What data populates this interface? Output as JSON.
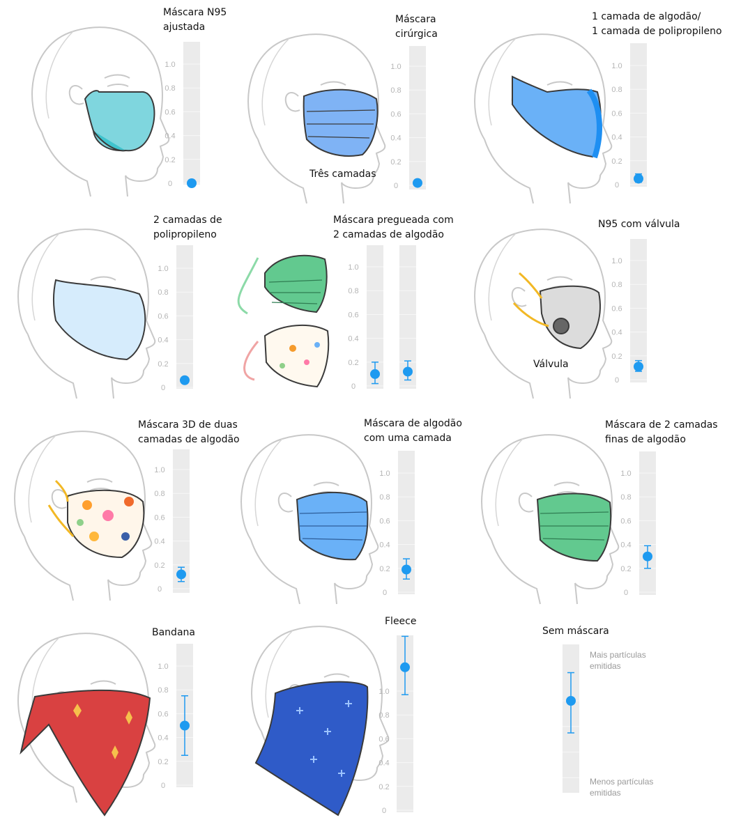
{
  "colors": {
    "marker": "#1e9af0",
    "track": "#ebebeb",
    "tick": "#b5b5b5",
    "sketch": "#c8c8c8"
  },
  "titles": {
    "n95": "Máscara N95\najustada",
    "surgical": "Máscara\ncirúrgica",
    "cotton_pp": "1 camada de algodão/\n1 camada de polipropileno",
    "pp2": "2 camadas de\npolipropileno",
    "pleated": "Máscara pregueada com\n2 camadas de algodão",
    "n95valve": "N95 com válvula",
    "cotton3d": "Máscara 3D de duas\ncamadas de algodão",
    "cotton1": "Máscara de algodão\ncom uma camada",
    "thin2": "Máscara de 2 camadas\nfinas de algodão",
    "bandana": "Bandana",
    "fleece": "Fleece",
    "nomask": "Sem máscara"
  },
  "callouts": {
    "three_layers": "Três camadas",
    "valve": "Válvula"
  },
  "notes": {
    "more": "Mais partículas\nemitidas",
    "less": "Menos partículas\nemitidas"
  },
  "chart_data": [
    {
      "type": "scatter",
      "title": "Máscara N95 ajustada",
      "ylim": [
        0,
        1.2
      ],
      "ticks": [
        "0",
        "0.2",
        "0.4",
        "0.6",
        "0.8",
        "1.0"
      ],
      "y": [
        0.0
      ],
      "err_low": [
        0.0
      ],
      "err_high": [
        0.0
      ]
    },
    {
      "type": "scatter",
      "title": "Máscara cirúrgica",
      "ylim": [
        0,
        1.2
      ],
      "ticks": [
        "0",
        "0.2",
        "0.4",
        "0.6",
        "0.8",
        "1.0"
      ],
      "y": [
        0.02
      ],
      "err_low": [
        0.0
      ],
      "err_high": [
        0.04
      ]
    },
    {
      "type": "scatter",
      "title": "1 camada de algodão/ 1 camada de polipropileno",
      "ylim": [
        0,
        1.2
      ],
      "ticks": [
        "0",
        "0.2",
        "0.4",
        "0.6",
        "0.8",
        "1.0"
      ],
      "y": [
        0.05
      ],
      "err_low": [
        0.02
      ],
      "err_high": [
        0.09
      ]
    },
    {
      "type": "scatter",
      "title": "2 camadas de polipropileno",
      "ylim": [
        0,
        1.2
      ],
      "ticks": [
        "0",
        "0.2",
        "0.4",
        "0.6",
        "0.8",
        "1.0"
      ],
      "y": [
        0.06
      ],
      "err_low": [
        0.04
      ],
      "err_high": [
        0.08
      ]
    },
    {
      "type": "scatter",
      "title": "Máscara pregueada com 2 camadas de algodão",
      "ylim": [
        0,
        1.2
      ],
      "ticks": [
        "0",
        "0.2",
        "0.4",
        "0.6",
        "0.8",
        "1.0"
      ],
      "y": [
        0.1,
        0.12
      ],
      "err_low": [
        0.02,
        0.05
      ],
      "err_high": [
        0.2,
        0.21
      ]
    },
    {
      "type": "scatter",
      "title": "N95 com válvula",
      "ylim": [
        0,
        1.2
      ],
      "ticks": [
        "0",
        "0.2",
        "0.4",
        "0.6",
        "0.8",
        "1.0"
      ],
      "y": [
        0.11
      ],
      "err_low": [
        0.07
      ],
      "err_high": [
        0.16
      ]
    },
    {
      "type": "scatter",
      "title": "Máscara 3D de duas camadas de algodão",
      "ylim": [
        0,
        1.2
      ],
      "ticks": [
        "0",
        "0.2",
        "0.4",
        "0.6",
        "0.8",
        "1.0"
      ],
      "y": [
        0.12
      ],
      "err_low": [
        0.06
      ],
      "err_high": [
        0.18
      ]
    },
    {
      "type": "scatter",
      "title": "Máscara de algodão com uma camada",
      "ylim": [
        0,
        1.2
      ],
      "ticks": [
        "0",
        "0.2",
        "0.4",
        "0.6",
        "0.8",
        "1.0"
      ],
      "y": [
        0.19
      ],
      "err_low": [
        0.11
      ],
      "err_high": [
        0.28
      ]
    },
    {
      "type": "scatter",
      "title": "Máscara de 2 camadas finas de algodão",
      "ylim": [
        0,
        1.2
      ],
      "ticks": [
        "0",
        "0.2",
        "0.4",
        "0.6",
        "0.8",
        "1.0"
      ],
      "y": [
        0.3
      ],
      "err_low": [
        0.2
      ],
      "err_high": [
        0.39
      ]
    },
    {
      "type": "scatter",
      "title": "Bandana",
      "ylim": [
        0,
        1.2
      ],
      "ticks": [
        "0",
        "0.2",
        "0.4",
        "0.6",
        "0.8",
        "1.0"
      ],
      "y": [
        0.5
      ],
      "err_low": [
        0.25
      ],
      "err_high": [
        0.75
      ]
    },
    {
      "type": "scatter",
      "title": "Fleece",
      "ylim": [
        0,
        1.5
      ],
      "ticks": [
        "0",
        "0.2",
        "0.4",
        "0.6",
        "0.8",
        "1.0"
      ],
      "y": [
        1.2
      ],
      "err_low": [
        0.97
      ],
      "err_high": [
        1.46
      ]
    },
    {
      "type": "scatter",
      "title": "Sem máscara",
      "ylim": [
        0,
        1.2
      ],
      "ticks": [],
      "y": [
        1.0
      ],
      "err_low": [
        0.75
      ],
      "err_high": [
        1.22
      ]
    }
  ]
}
